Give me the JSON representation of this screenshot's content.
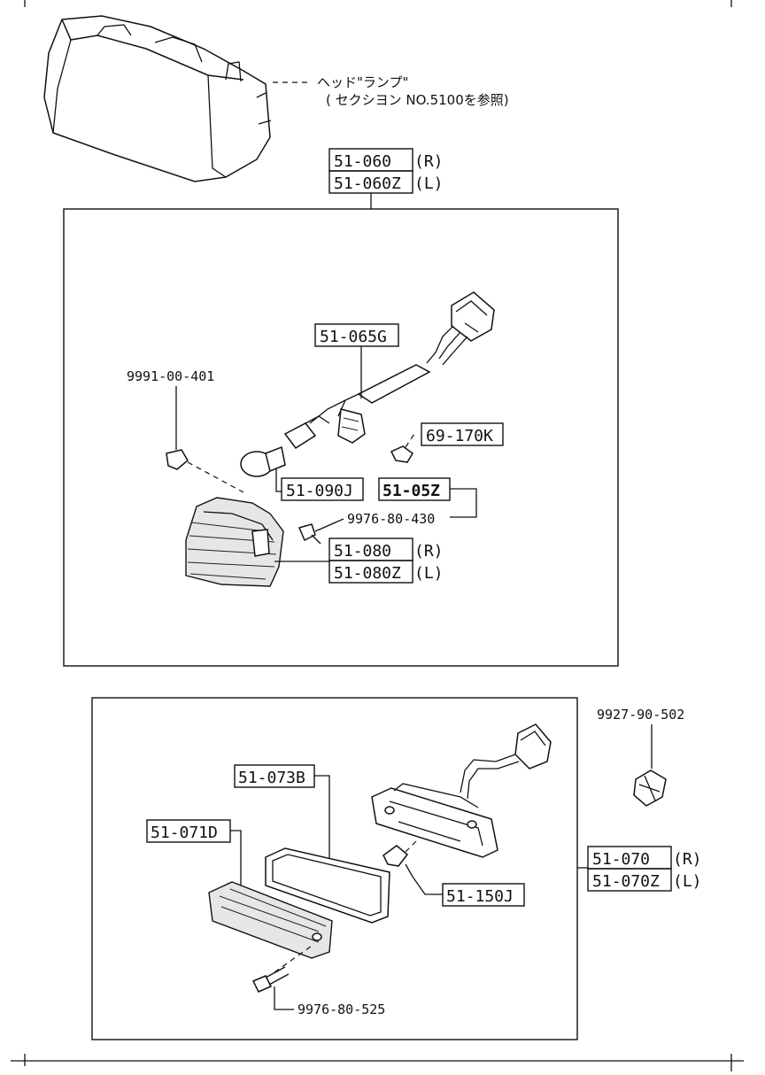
{
  "headlamp": {
    "label": "ヘッド\"ランプ\"",
    "section_ref": "( セクシヨン  NO.5100を参照)"
  },
  "upper_group": {
    "assembly": {
      "right_code": "51-060",
      "right_side": "(R)",
      "left_code": "51-060Z",
      "left_side": "(L)"
    },
    "harness": "51-065G",
    "clip": "9991-00-401",
    "socket_part": "69-170K",
    "bulb": "51-090J",
    "kit": "51-05Z",
    "screw": "9976-80-430",
    "lens": {
      "right_code": "51-080",
      "right_side": "(R)",
      "left_code": "51-080Z",
      "left_side": "(L)"
    }
  },
  "lower_group": {
    "clip": "9927-90-502",
    "gasket": "51-073B",
    "lens": "51-071D",
    "assembly": {
      "right_code": "51-070",
      "right_side": "(R)",
      "left_code": "51-070Z",
      "left_side": "(L)"
    },
    "bulb": "51-150J",
    "screw": "9976-80-525"
  }
}
